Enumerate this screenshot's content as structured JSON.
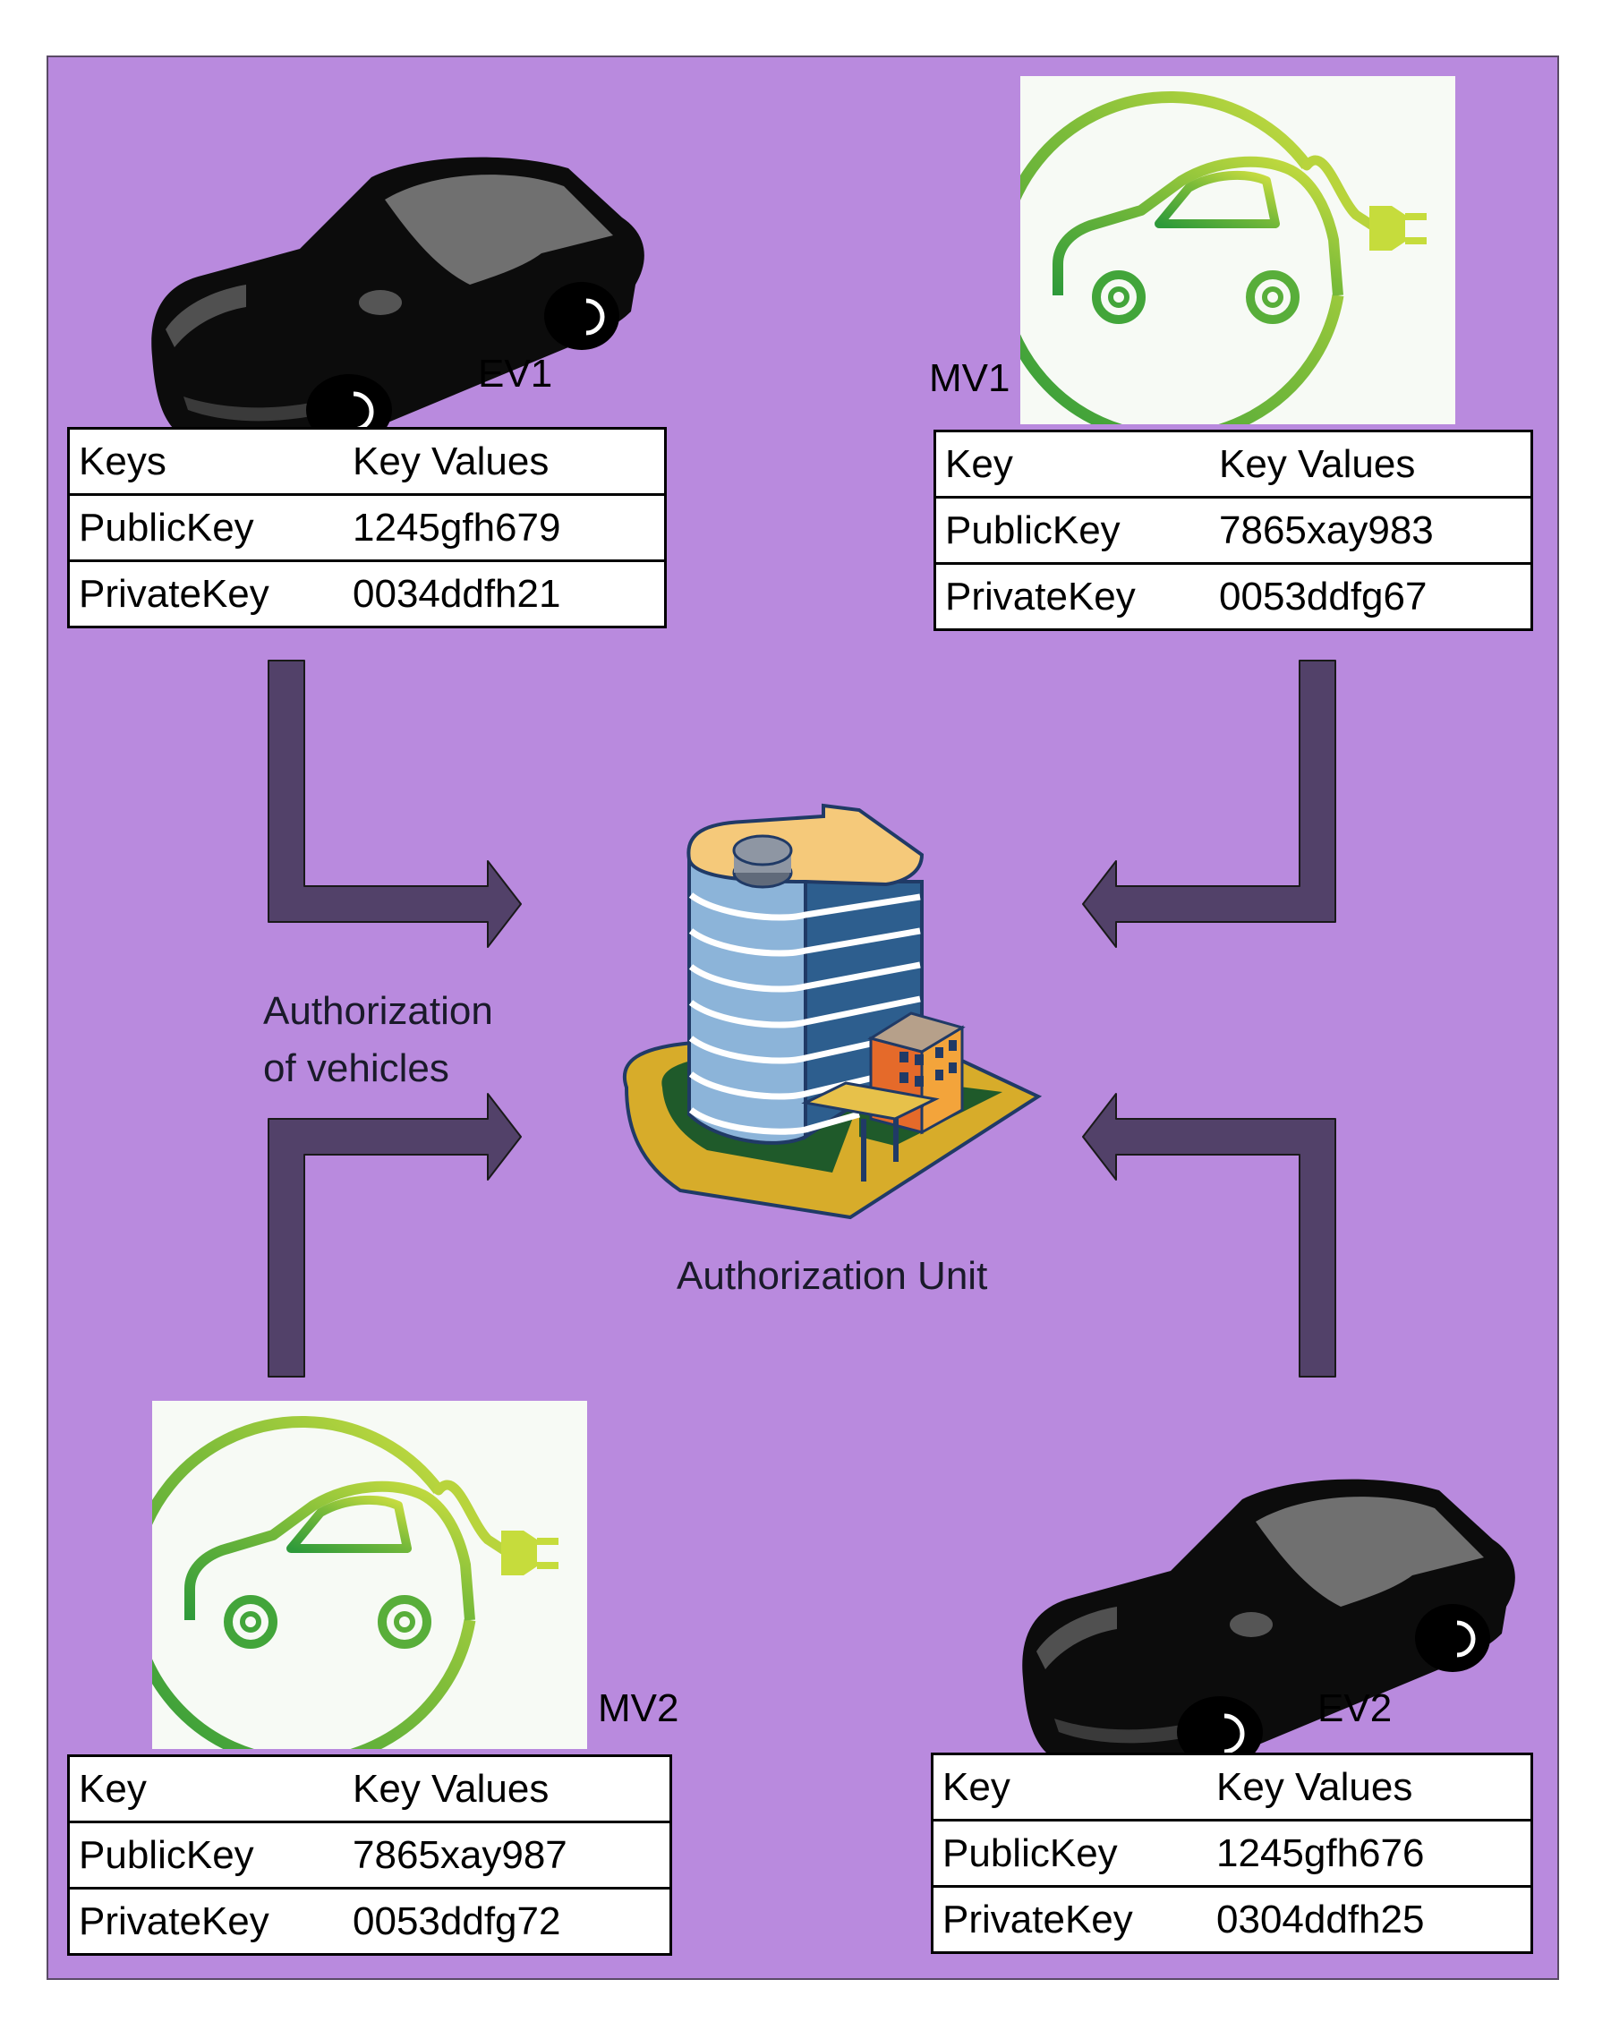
{
  "nodes": {
    "ev1": {
      "label": "EV1",
      "icon": "ev-car-icon",
      "table": {
        "header": [
          "Keys",
          "Key Values"
        ],
        "rows": [
          [
            "PublicKey",
            "1245gfh679"
          ],
          [
            "PrivateKey",
            "0034ddfh21"
          ]
        ]
      }
    },
    "mv1": {
      "label": "MV1",
      "icon": "ev-charging-logo-icon",
      "table": {
        "header": [
          "Key",
          "Key Values"
        ],
        "rows": [
          [
            "PublicKey",
            "7865xay983"
          ],
          [
            "PrivateKey",
            "0053ddfg67"
          ]
        ]
      }
    },
    "mv2": {
      "label": "MV2",
      "icon": "ev-charging-logo-icon",
      "table": {
        "header": [
          "Key",
          "Key Values"
        ],
        "rows": [
          [
            "PublicKey",
            "7865xay987"
          ],
          [
            "PrivateKey",
            "0053ddfg72"
          ]
        ]
      }
    },
    "ev2": {
      "label": "EV2",
      "icon": "ev-car-icon",
      "table": {
        "header": [
          "Key",
          "Key Values"
        ],
        "rows": [
          [
            "PublicKey",
            "1245gfh676"
          ],
          [
            "PrivateKey",
            "0304ddfh25"
          ]
        ]
      }
    }
  },
  "center": {
    "label": "Authorization Unit",
    "icon": "office-building-icon"
  },
  "edge_label": {
    "line1": "Authorization",
    "line2": "of vehicles"
  },
  "colors": {
    "background": "#b98ade",
    "arrow": "#524169",
    "logo_green": "#48a83a",
    "logo_lime": "#c6dc3c"
  }
}
